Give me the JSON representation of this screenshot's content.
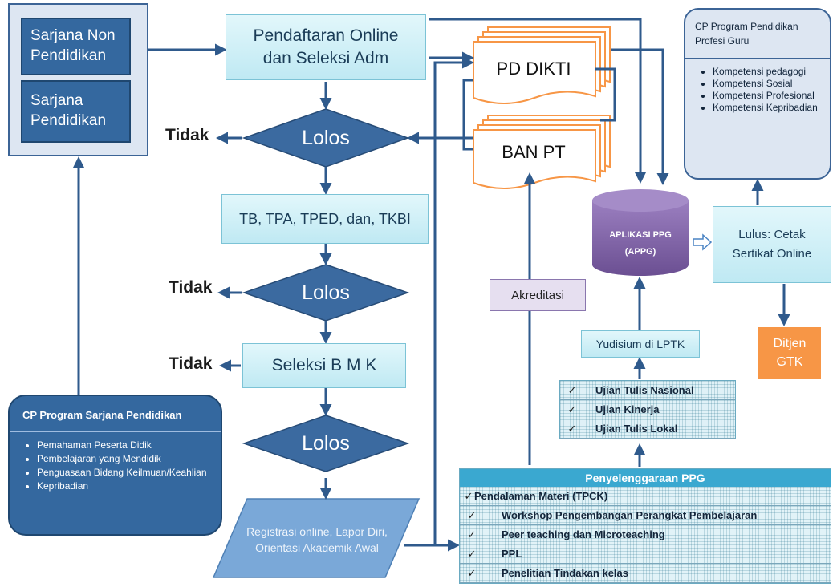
{
  "left_group": {
    "box1": "Sarjana Non Pendidikan",
    "box2": "Sarjana Pendidikan"
  },
  "cp_sarjana": {
    "title": "CP Program Sarjana Pendidikan",
    "items": [
      "Pemahaman Peserta Didik",
      "Pembelajaran yang Mendidik",
      "Penguasaan Bidang Keilmuan/Keahlian",
      "Kepribadian"
    ]
  },
  "flow": {
    "pendaftaran": "Pendaftaran Online dan Seleksi Adm",
    "lolos1": "Lolos",
    "tes": "TB, TPA, TPED, dan, TKBI",
    "lolos2": "Lolos",
    "seleksi": "Seleksi B M K",
    "lolos3": "Lolos",
    "registrasi": "Registrasi online, Lapor Diri, Orientasi Akademik Awal",
    "tidak1": "Tidak",
    "tidak2": "Tidak",
    "tidak3": "Tidak"
  },
  "docs": {
    "pd_dikti": "PD DIKTI",
    "ban_pt": "BAN PT"
  },
  "akreditasi": "Akreditasi",
  "appg": {
    "line1": "APLIKASI PPG",
    "line2": "(APPG)"
  },
  "lulus": "Lulus: Cetak Sertikat Online",
  "ditjen": "Ditjen GTK",
  "cp_profesi": {
    "title": "CP Program Pendidikan Profesi Guru",
    "items": [
      "Kompetensi pedagogi",
      "Kompetensi Sosial",
      "Kompetensi Profesional",
      "Kompetensi Kepribadian"
    ]
  },
  "yudisium": "Yudisium di LPTK",
  "ujian": [
    "Ujian Tulis Nasional",
    "Ujian Kinerja",
    "Ujian Tulis Lokal"
  ],
  "penyelenggaraan": {
    "title": "Penyelenggaraan PPG",
    "items": [
      "Pendalaman Materi (TPCK)",
      "Workshop Pengembangan Perangkat Pembelajaran",
      "Peer teaching dan Microteaching",
      "PPL",
      "Penelitian Tindakan kelas"
    ]
  },
  "colors": {
    "arrow": "#2f5a8c",
    "navy": "#34689f",
    "diamond": "#3b6aa0",
    "orange": "#f79646",
    "purple": "#8064a2"
  }
}
